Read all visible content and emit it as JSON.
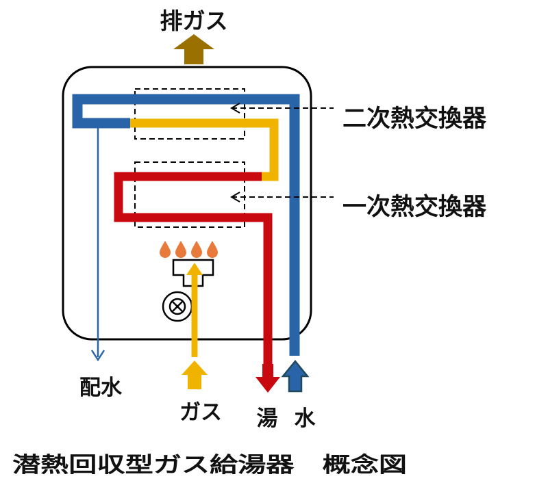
{
  "labels": {
    "exhaust": "排ガス",
    "secondary_exchanger": "二次熱交換器",
    "primary_exchanger": "一次熱交換器",
    "drain": "配水",
    "gas": "ガス",
    "hot_water": "湯",
    "water": "水",
    "caption": "潜熱回収型ガス給湯器　概念図"
  },
  "colors": {
    "water_pipe": "#2a64a8",
    "hot_pipe": "#c8090f",
    "gas_pipe": "#f0b400",
    "exhaust_arrow": "#9a7000",
    "burner_flame": "#e87a3c",
    "water_inlet_arrow": "#1f4a5e",
    "outline": "#000000"
  }
}
